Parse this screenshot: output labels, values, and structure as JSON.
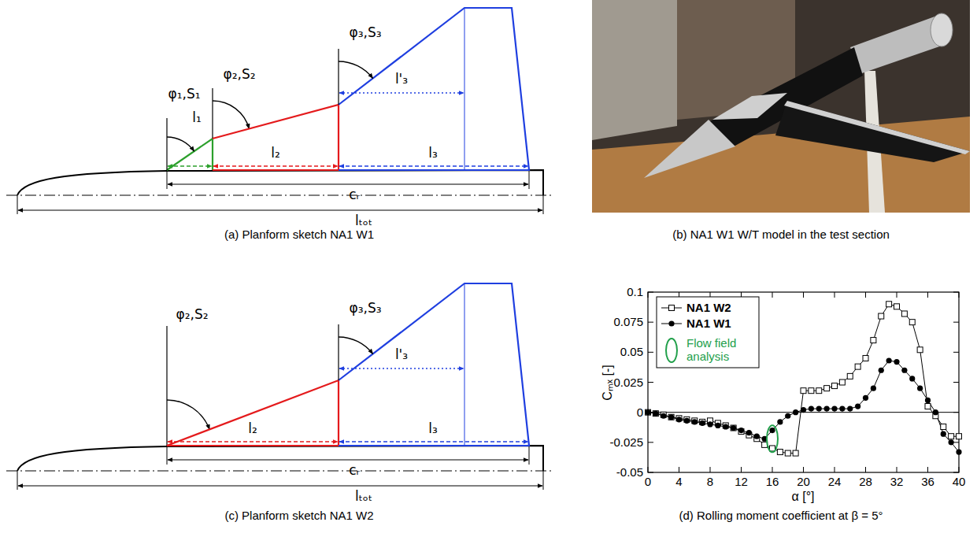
{
  "diagram": {
    "labels": [
      "φ₁,S₁",
      "l₁",
      "φ₂,S₂",
      "l₂",
      "φ₃,S₃",
      "l'₃",
      "l₃",
      "cᵣ",
      "lₜₒₜ",
      "(a) Planform sketch NA1 W1",
      "(b) NA1 W1 W/T model in the test section",
      "φ₂,S₂",
      "l₂",
      "φ₃,S₃",
      "l'₃",
      "l₃",
      "cᵣ",
      "lₜₒₜ",
      "(c) Planform sketch NA1 W2",
      "0.1",
      "0.075",
      "0.05",
      "0.025",
      "0",
      "-0.025",
      "-0.05",
      "0",
      "4",
      "8",
      "12",
      "16",
      "20",
      "24",
      "28",
      "32",
      "36",
      "40",
      "Cₘₓ [-]",
      "α [°]",
      "(d) Rolling moment coefficient at β = 5°"
    ],
    "legend": [
      {
        "text": "NA1 W2"
      },
      {
        "text": "NA1 W1"
      },
      {
        "text": "Flow field analysis"
      }
    ]
  }
}
